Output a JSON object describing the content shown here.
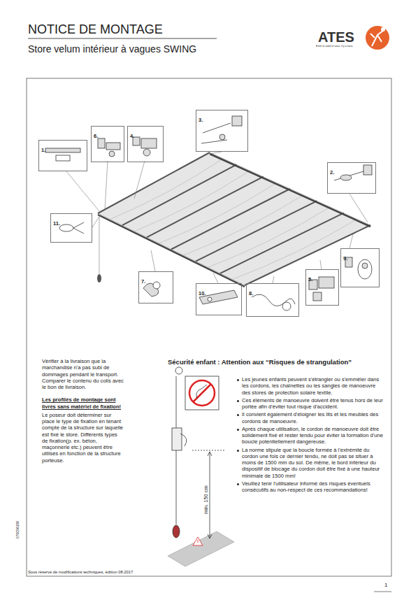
{
  "diagram": {
    "title": "NOTICE DE MONTAGE",
    "nodes": [
      {
        "text": [
          "1."
        ]
      },
      {
        "text": [
          "6."
        ]
      },
      {
        "text": [
          "4."
        ]
      },
      {
        "text": [
          "3."
        ]
      },
      {
        "text": [
          "2."
        ]
      },
      {
        "text": [
          "11."
        ]
      },
      {
        "text": [
          "9."
        ]
      },
      {
        "text": [
          "7."
        ]
      },
      {
        "text": [
          "10."
        ]
      },
      {
        "text": [
          "8."
        ]
      },
      {
        "text": [
          "5."
        ]
      }
    ],
    "labels": [
      "Store velum intérieur à vagues SWING",
      "ATES",
      "Entre le soleil et vous, il y a nous.",
      "Vérifier à la livraison que la marchandise n'a pas subi de dommages pendant le transport. Comparer le contenu du colis avec le bon de livraison.",
      "Les profilés de montage sont livrés sans matériel de fixation!",
      "Le poseur doit déterminer sur place le type de fixation en tenant compte de la structure sur laquelle est fixé le store. Différents types de fixation(p. ex. béton, maçonnerie etc.) peuvent être utilisés en fonction de la structure porteuse.",
      "Sécurité enfant : Attention aux “Risques de strangulation”",
      "Les jeunes enfants peuvent s'étrangler ou s'emmêler dans les cordons, les chaînettes ou les sangles de manoeuvre des stores de protection solaire textile.",
      "Ces éléments de manoeuvre doivent être tenus hors de leur portée afin d'éviter tout risque d'accident.",
      "Il convient également d'éloigner les lits et les meubles des cordons de manoeuvre.",
      "Après chaque utilisation, le cordon de manoeuvre doit être solidement fixé et rester tendu pour éviter la formation d'une boucle potentiellement dangereuse.",
      "La norme stipule que la boucle formée à l'extrémité du cordon une fois ce dernier tendu, ne doit pas se situer à moins de 1500 mm du sol. De même, le bord inférieur du dispositif de blocage du cordon doit être fixé à une hauteur minimale de 1500 mm!",
      "Veuillez tenir l'utilisateur informé des risques éventuels consécutifs au non-respect de ces recommandations!",
      "min. 150 cm",
      "070056156",
      "Sous réserve de modifications techniques, édition 08.2017",
      "1"
    ]
  }
}
